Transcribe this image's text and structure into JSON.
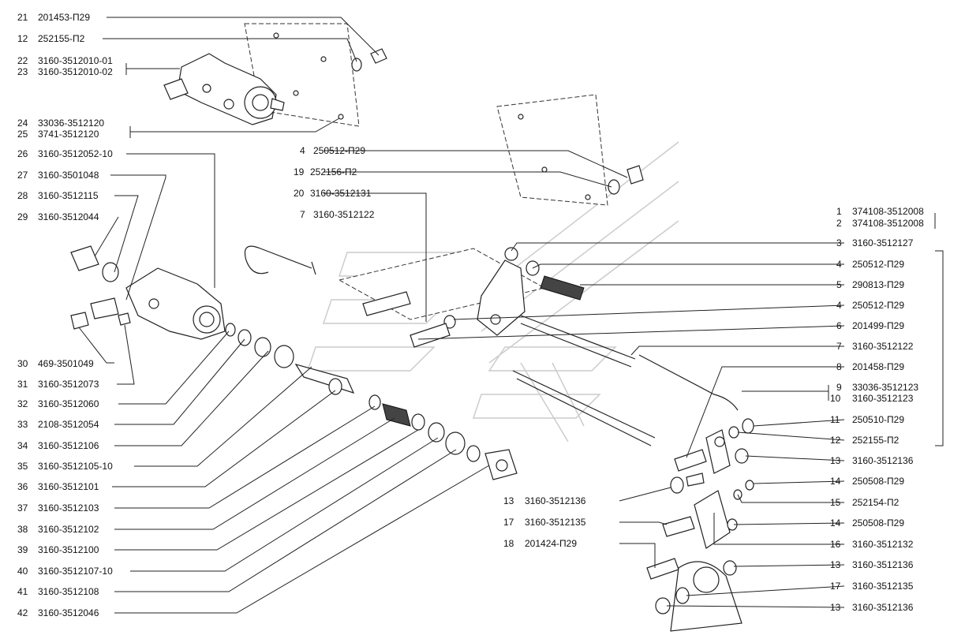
{
  "callouts": [
    {
      "n": "21",
      "code": "201453-П29"
    },
    {
      "n": "12",
      "code": "252155-П2"
    },
    {
      "n": "22",
      "code": "3160-3512010-01"
    },
    {
      "n": "23",
      "code": "3160-3512010-02"
    },
    {
      "n": "24",
      "code": "33036-3512120"
    },
    {
      "n": "25",
      "code": "3741-3512120"
    },
    {
      "n": "26",
      "code": "3160-3512052-10"
    },
    {
      "n": "27",
      "code": "3160-3501048"
    },
    {
      "n": "28",
      "code": "3160-3512115"
    },
    {
      "n": "29",
      "code": "3160-3512044"
    },
    {
      "n": "30",
      "code": "469-3501049"
    },
    {
      "n": "31",
      "code": "3160-3512073"
    },
    {
      "n": "32",
      "code": "3160-3512060"
    },
    {
      "n": "33",
      "code": "2108-3512054"
    },
    {
      "n": "34",
      "code": "3160-3512106"
    },
    {
      "n": "35",
      "code": "3160-3512105-10"
    },
    {
      "n": "36",
      "code": "3160-3512101"
    },
    {
      "n": "37",
      "code": "3160-3512103"
    },
    {
      "n": "38",
      "code": "3160-3512102"
    },
    {
      "n": "39",
      "code": "3160-3512100"
    },
    {
      "n": "40",
      "code": "3160-3512107-10"
    },
    {
      "n": "41",
      "code": "3160-3512108"
    },
    {
      "n": "42",
      "code": "3160-3512046"
    },
    {
      "n": "4",
      "code": "250512-П29"
    },
    {
      "n": "19",
      "code": "252156-П2"
    },
    {
      "n": "20",
      "code": "3160-3512131"
    },
    {
      "n": "7",
      "code": "3160-3512122"
    },
    {
      "n": "1",
      "code": "374108-3512008"
    },
    {
      "n": "2",
      "code": "374108-3512008"
    },
    {
      "n": "3",
      "code": "3160-3512127"
    },
    {
      "n": "4",
      "code": "250512-П29"
    },
    {
      "n": "5",
      "code": "290813-П29"
    },
    {
      "n": "4",
      "code": "250512-П29"
    },
    {
      "n": "6",
      "code": "201499-П29"
    },
    {
      "n": "7",
      "code": "3160-3512122"
    },
    {
      "n": "8",
      "code": "201458-П29"
    },
    {
      "n": "9",
      "code": "33036-3512123"
    },
    {
      "n": "10",
      "code": "3160-3512123"
    },
    {
      "n": "11",
      "code": "250510-П29"
    },
    {
      "n": "12",
      "code": "252155-П2"
    },
    {
      "n": "13",
      "code": "3160-3512136"
    },
    {
      "n": "14",
      "code": "250508-П29"
    },
    {
      "n": "15",
      "code": "252154-П2"
    },
    {
      "n": "14",
      "code": "250508-П29"
    },
    {
      "n": "16",
      "code": "3160-3512132"
    },
    {
      "n": "13",
      "code": "3160-3512136"
    },
    {
      "n": "17",
      "code": "3160-3512135"
    },
    {
      "n": "13",
      "code": "3160-3512136"
    },
    {
      "n": "13",
      "code": "3160-3512136"
    },
    {
      "n": "17",
      "code": "3160-3512135"
    },
    {
      "n": "18",
      "code": "201424-П29"
    }
  ]
}
